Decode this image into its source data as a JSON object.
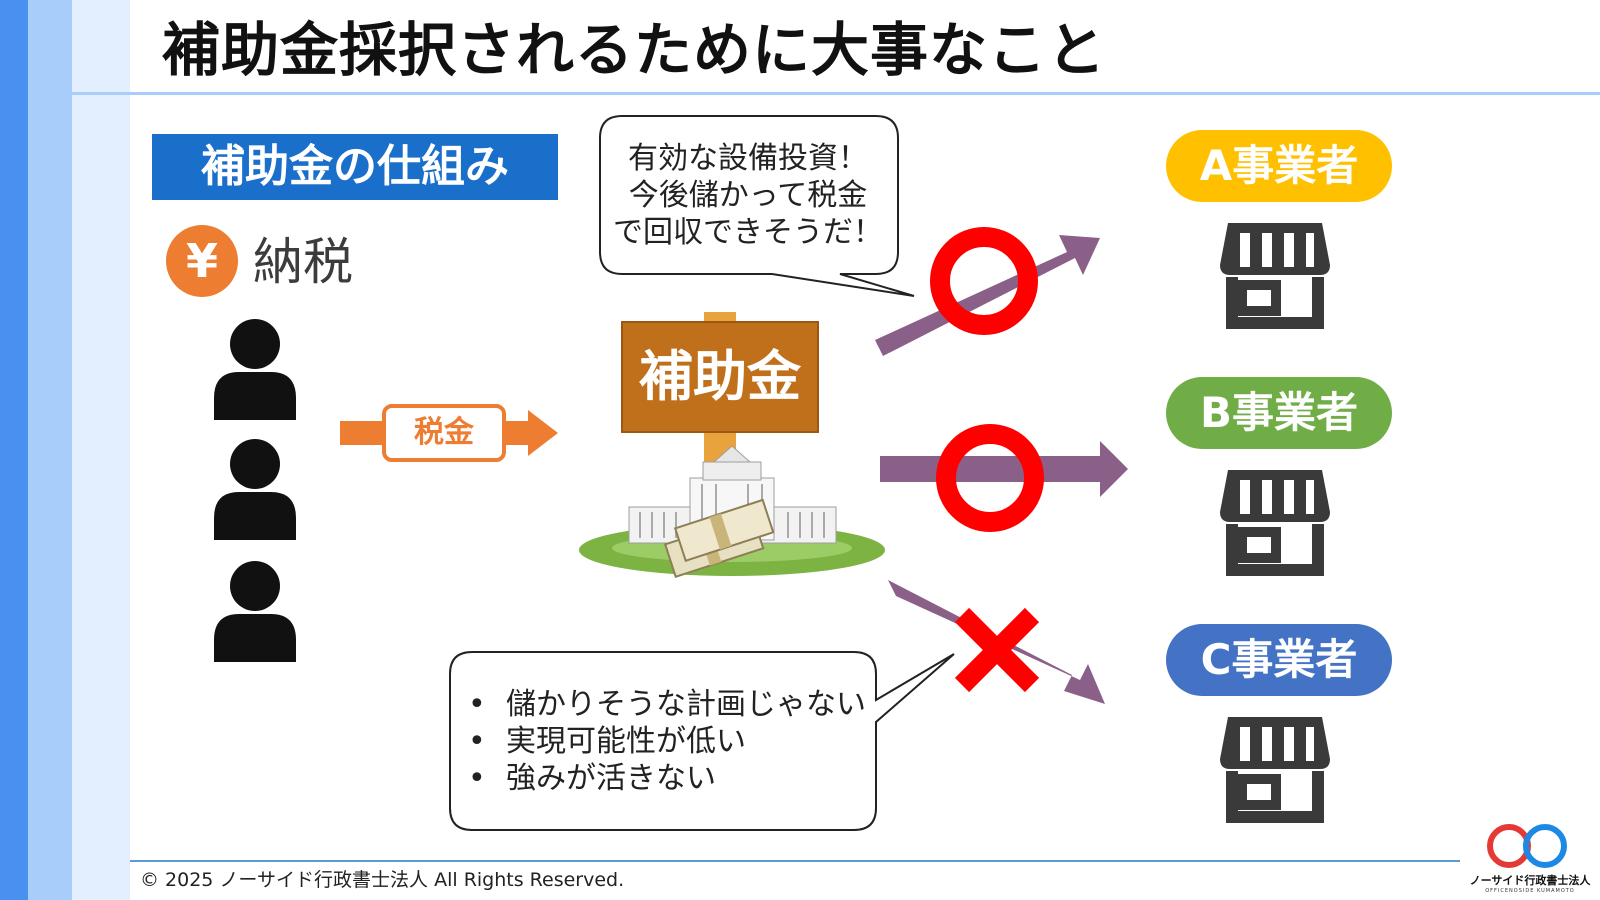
{
  "title": "補助金採択されるために大事なこと",
  "section_label": "補助金の仕組み",
  "tax_payment": {
    "icon_symbol": "¥",
    "label": "納税"
  },
  "tax_arrow_label": "税金",
  "subsidy_sign": "補助金",
  "speech_bubble_lines": [
    "有効な設備投資！",
    "今後儲かって税金",
    "で回収できそうだ！"
  ],
  "rejection_reasons": [
    "儲かりそうな計画じゃない",
    "実現可能性が低い",
    "強みが活きない"
  ],
  "bullet_symbol": "•",
  "businesses": [
    {
      "label": "A事業者",
      "color": "#ffc000",
      "result": "circle-mark"
    },
    {
      "label": "B事業者",
      "color": "#70ad47",
      "result": "circle-mark"
    },
    {
      "label": "C事業者",
      "color": "#4472c4",
      "result": "cross-mark"
    }
  ],
  "colors": {
    "accent_blue": "#1a6fcb",
    "tax_orange": "#ed7d31",
    "flow_arrow": "#8b6088",
    "sign_brown": "#c0701b",
    "mark_red": "#ff0000",
    "store_icon": "#3a3a3a"
  },
  "icons": [
    "yen-coin-icon",
    "person-icon",
    "parliament-building-icon",
    "money-bundle-icon",
    "store-icon",
    "circle-mark-icon",
    "cross-mark-icon"
  ],
  "footer": {
    "copyright": "© 2025 ノーサイド行政書士法人 All Rights Reserved.",
    "logo_name": "ノーサイド行政書士法人",
    "logo_sub": "OFFICENOSIDE KUMAMOTO"
  }
}
